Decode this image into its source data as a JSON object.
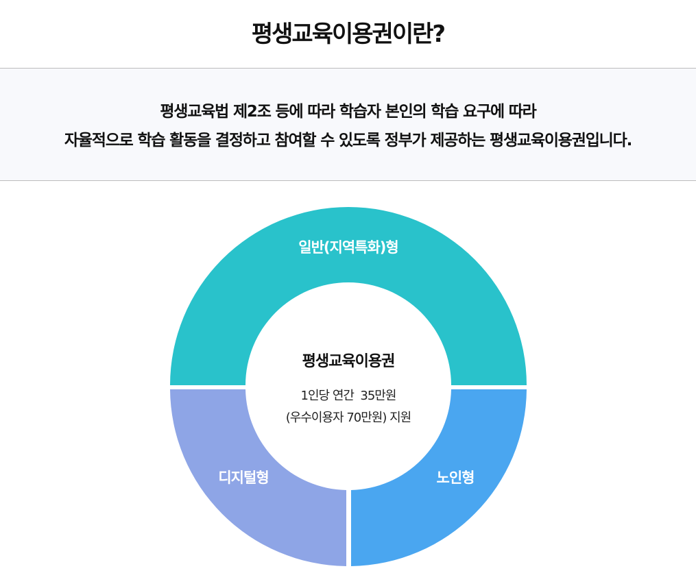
{
  "page": {
    "title": "평생교육이용권이란?",
    "description": [
      "평생교육법 제2조 등에 따라 학습자 본인의 학습 요구에 따라",
      "자율적으로 학습 활동을 결정하고 참여할 수 있도록 정부가 제공하는 평생교육이용권입니다."
    ]
  },
  "diagram": {
    "center": {
      "title": "평생교육이용권",
      "line1": "1인당 연간  35만원",
      "line2": "(우수이용자 70만원) 지원"
    },
    "segments": [
      {
        "label": "일반(지역특화)형",
        "color": "#29c2cb"
      },
      {
        "label": "디지털형",
        "color": "#8ea5e6"
      },
      {
        "label": "노인형",
        "color": "#4aa6f0"
      }
    ]
  }
}
